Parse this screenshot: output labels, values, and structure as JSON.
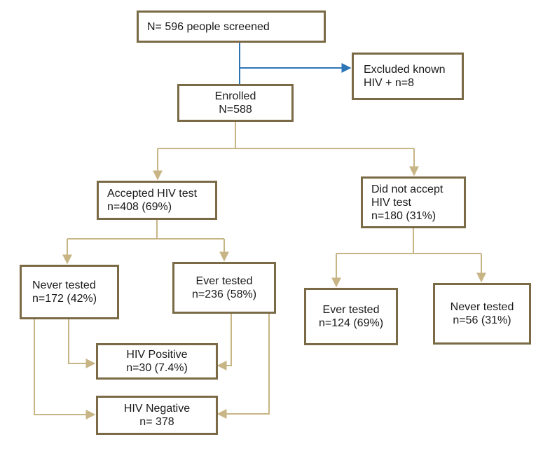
{
  "colors": {
    "box_border": "#7a6a45",
    "connector": "#c8b586",
    "excluded_arrow": "#2e75b6"
  },
  "boxes": {
    "screened": {
      "line1": "N= 596 people screened"
    },
    "excluded": {
      "line1": "Excluded known",
      "line2": "HIV + n=8"
    },
    "enrolled": {
      "line1": "Enrolled",
      "line2": "N=588"
    },
    "accepted": {
      "line1": "Accepted HIV test",
      "line2": "n=408 (69%)"
    },
    "declined": {
      "line1": "Did not accept",
      "line2": "HIV test",
      "line3": "n=180 (31%)"
    },
    "acc_never": {
      "line1": "Never tested",
      "line2": "n=172 (42%)"
    },
    "acc_ever": {
      "line1": "Ever tested",
      "line2": "n=236 (58%)"
    },
    "dec_ever": {
      "line1": "Ever tested",
      "line2": "n=124 (69%)"
    },
    "dec_never": {
      "line1": "Never tested",
      "line2": "n=56 (31%)"
    },
    "hiv_pos": {
      "line1": "HIV Positive",
      "line2": "n=30 (7.4%)"
    },
    "hiv_neg": {
      "line1": "HIV Negative",
      "line2": "n= 378"
    }
  }
}
